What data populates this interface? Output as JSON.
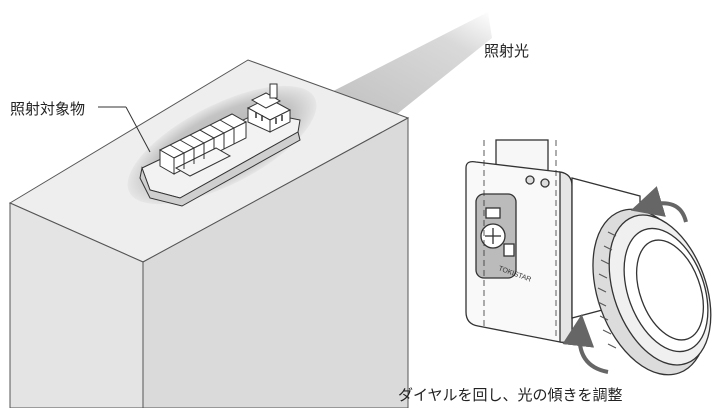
{
  "labels": {
    "light": "照射光",
    "target": "照射対象物",
    "caption": "ダイヤルを回し、光の傾きを調整"
  },
  "device": {
    "brand": "TOKISTAR"
  },
  "colors": {
    "box_top": "#eeeeee",
    "box_front": "#e4e4e4",
    "box_side": "#dadada",
    "light_beam": "#c8c8c8",
    "spot": "#bdbdbd",
    "arrow": "#666666",
    "outline": "#333333"
  }
}
